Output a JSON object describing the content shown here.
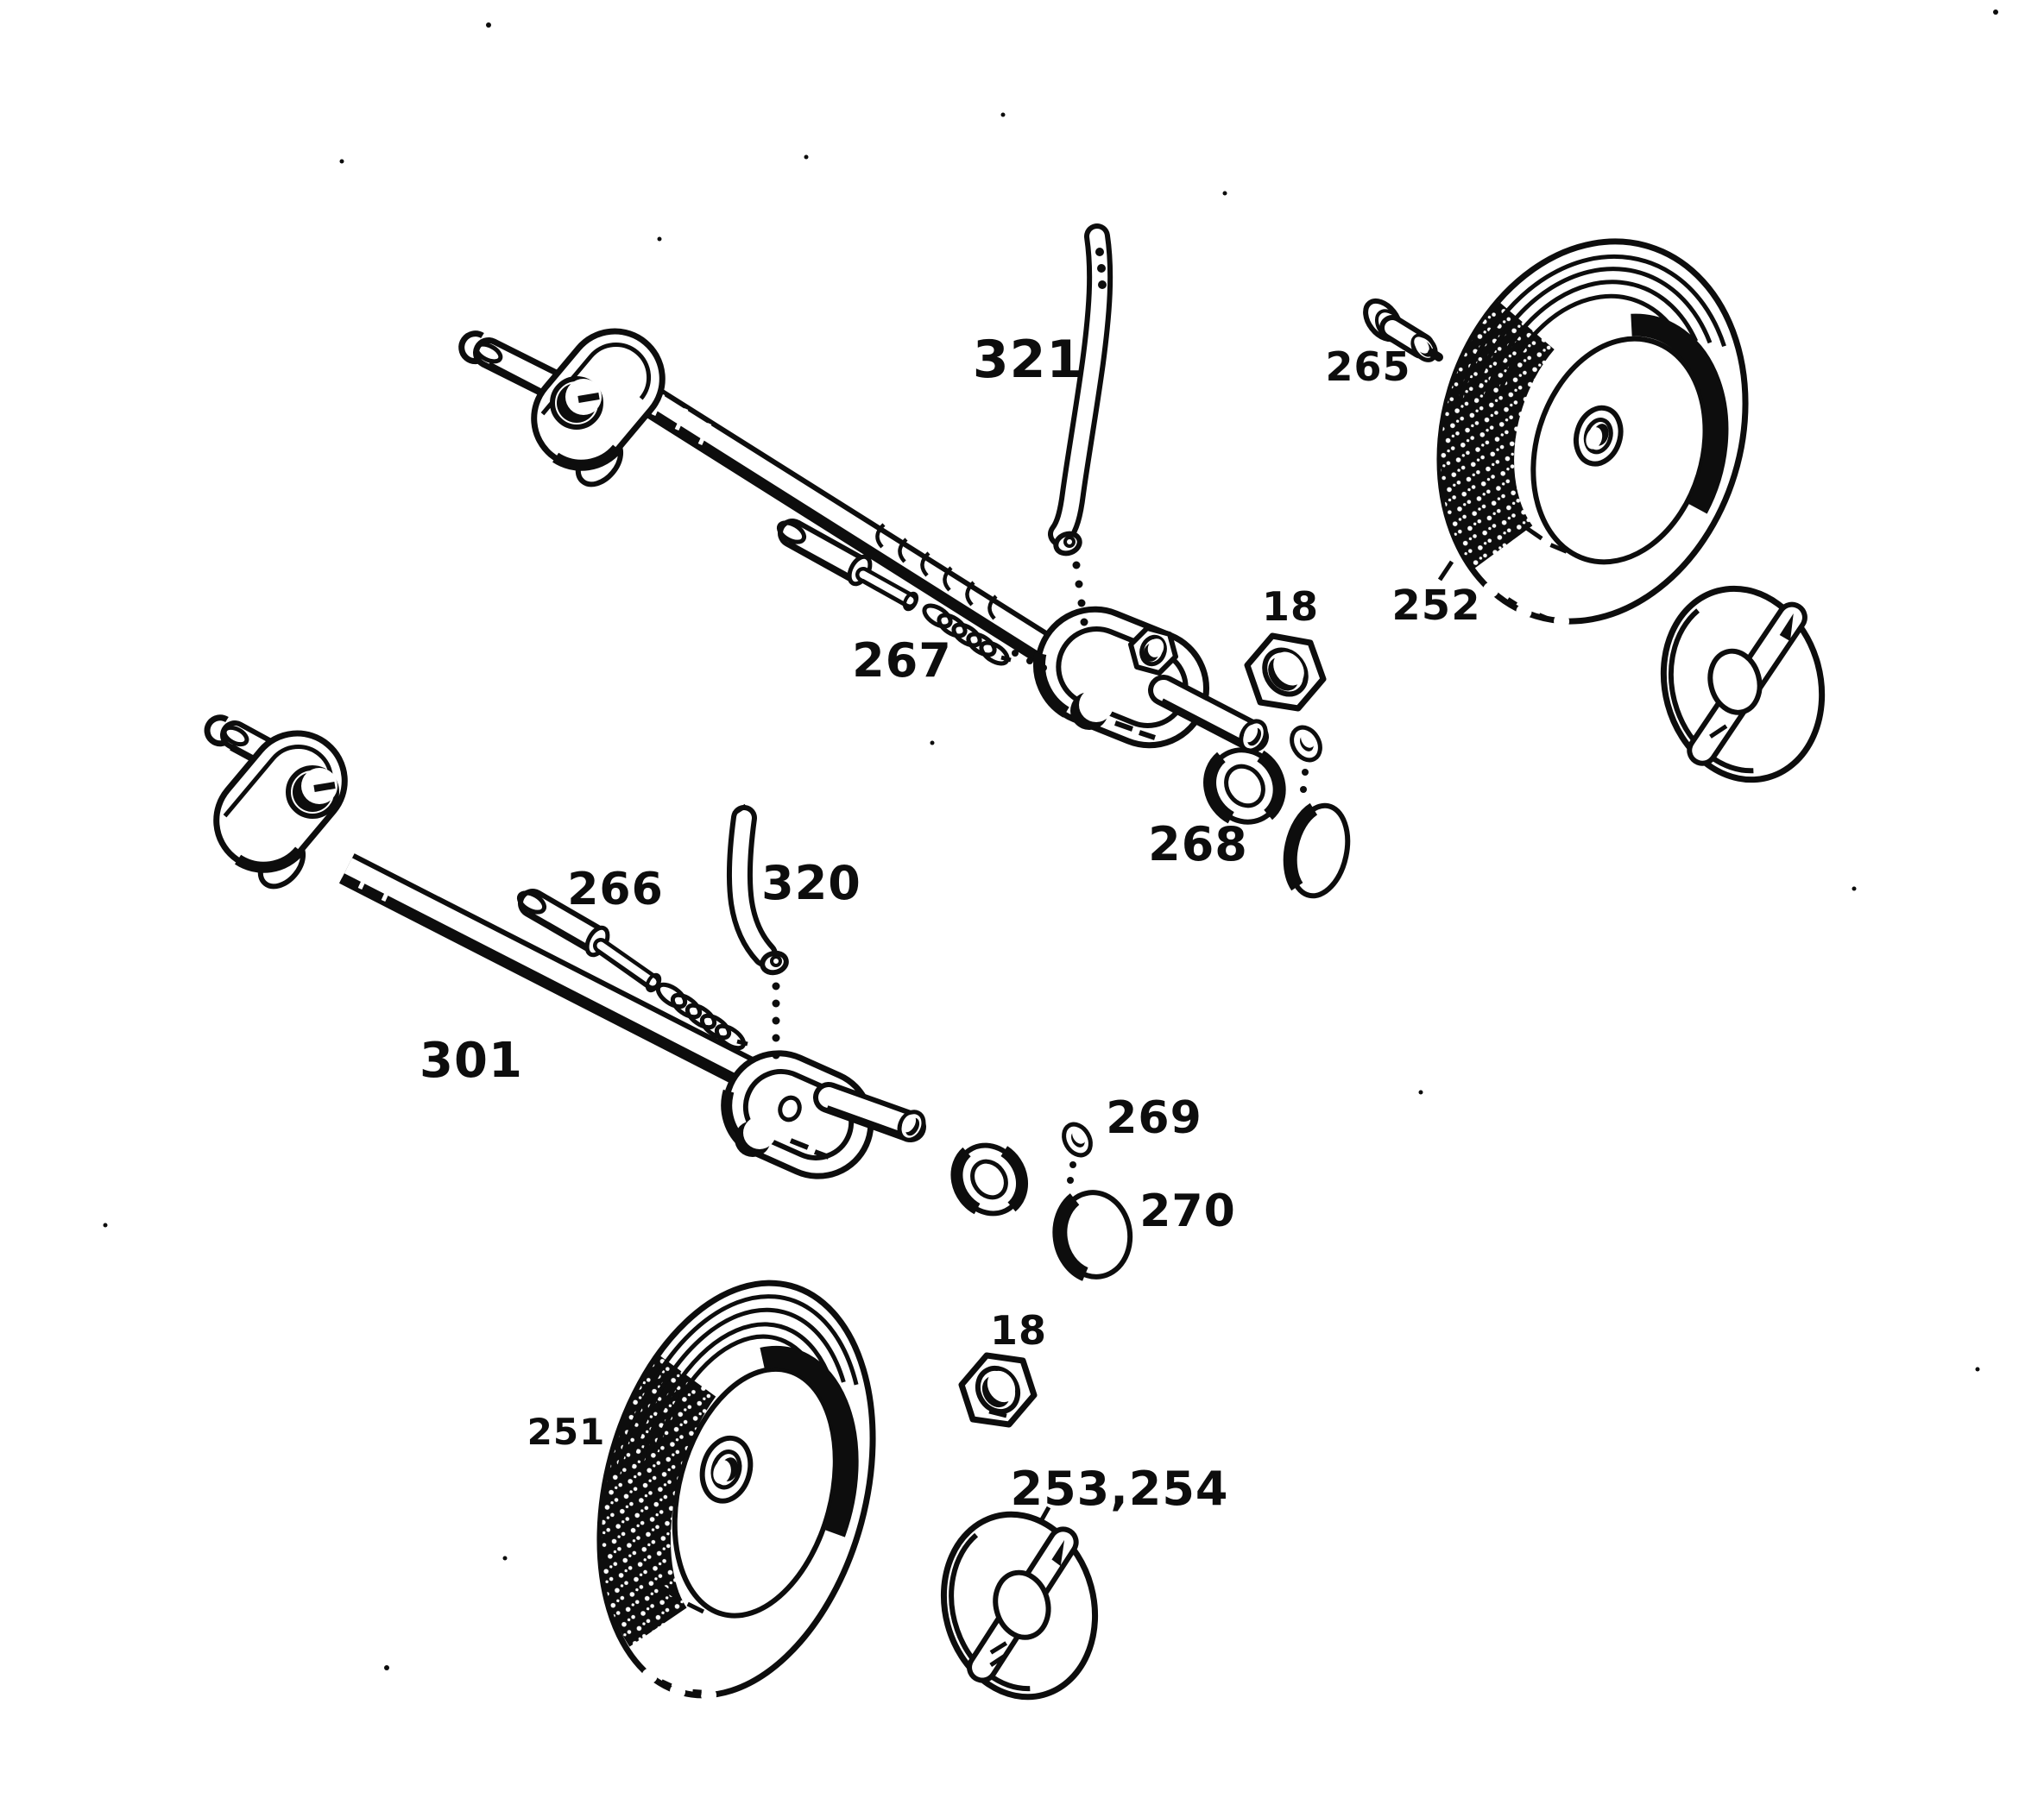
{
  "diagram": {
    "type": "exploded-parts-diagram",
    "subject": "Wheel and axle assembly parts diagram",
    "colors": {
      "ink": "#0d0d0d",
      "paper": "#ffffff"
    },
    "labels": {
      "l321": "321",
      "l265": "265",
      "l252": "252",
      "l18_top": "18",
      "l267": "267",
      "l268": "268",
      "l269": "269",
      "l270": "270",
      "l301": "301",
      "l266": "266",
      "l320": "320",
      "l18_bottom": "18",
      "l251": "251",
      "l253_254": "253,254"
    }
  }
}
